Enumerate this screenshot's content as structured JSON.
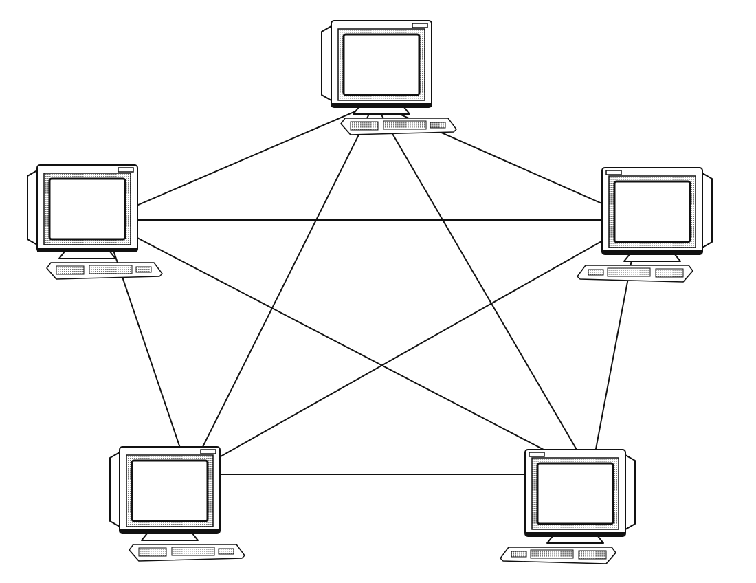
{
  "diagram": {
    "type": "fully-connected-mesh-network",
    "node_icon": "computer-terminal-icon",
    "colors": {
      "background": "#ffffff",
      "line": "#111111",
      "bezel_pattern": "#777777"
    },
    "nodes": [
      {
        "id": "top"
      },
      {
        "id": "left"
      },
      {
        "id": "right"
      },
      {
        "id": "bottom-left"
      },
      {
        "id": "bottom-right"
      }
    ],
    "links": [
      [
        "top",
        "left"
      ],
      [
        "top",
        "right"
      ],
      [
        "top",
        "bottom-left"
      ],
      [
        "top",
        "bottom-right"
      ],
      [
        "left",
        "right"
      ],
      [
        "left",
        "bottom-left"
      ],
      [
        "left",
        "bottom-right"
      ],
      [
        "right",
        "bottom-left"
      ],
      [
        "right",
        "bottom-right"
      ],
      [
        "bottom-left",
        "bottom-right"
      ]
    ]
  }
}
